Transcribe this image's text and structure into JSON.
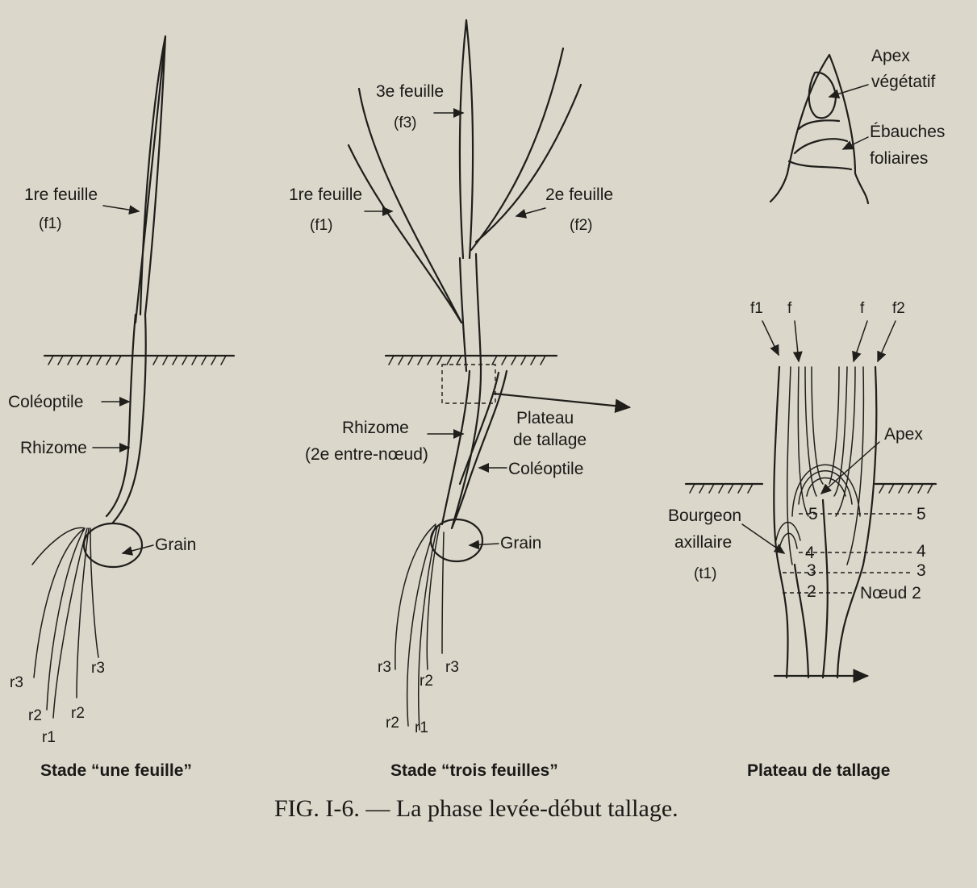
{
  "colors": {
    "paper": "#dcd7cb",
    "ink": "#1f1e1b"
  },
  "one_leaf": {
    "first_leaf": "1re feuille",
    "first_leaf_code": "(f1)",
    "coleoptile": "Coléoptile",
    "rhizome": "Rhizome",
    "grain": "Grain",
    "roots": [
      "r3",
      "r2",
      "r1",
      "r2",
      "r3"
    ],
    "caption": "Stade “une feuille”"
  },
  "three_leaf": {
    "third_leaf": "3e feuille",
    "third_leaf_code": "(f3)",
    "first_leaf": "1re feuille",
    "first_leaf_code": "(f1)",
    "second_leaf": "2e feuille",
    "second_leaf_code": "(f2)",
    "tillering_plate": [
      "Plateau",
      "de tallage"
    ],
    "rhizome": [
      "Rhizome",
      "(2e entre-nœud)"
    ],
    "coleoptile": "Coléoptile",
    "grain": "Grain",
    "roots": [
      "r3",
      "r2",
      "r3",
      "r2",
      "r1"
    ],
    "caption": "Stade “trois feuilles”"
  },
  "apex": {
    "vegetative_apex": [
      "Apex",
      "végétatif"
    ],
    "leaf_primordia": [
      "Ébauches",
      "foliaires"
    ]
  },
  "plate": {
    "leaf_labels": [
      "f1",
      "f",
      "f",
      "f2"
    ],
    "apex": "Apex",
    "axillary_bud": [
      "Bourgeon",
      "axillaire",
      "(t1)"
    ],
    "node_numbers_inner": [
      "5",
      "4",
      "3",
      "2"
    ],
    "node_numbers_outer": [
      "5",
      "4",
      "3"
    ],
    "node_label": "Nœud 2",
    "caption": "Plateau de tallage"
  },
  "figure_caption": "FIG. I-6. — La phase levée-début tallage."
}
